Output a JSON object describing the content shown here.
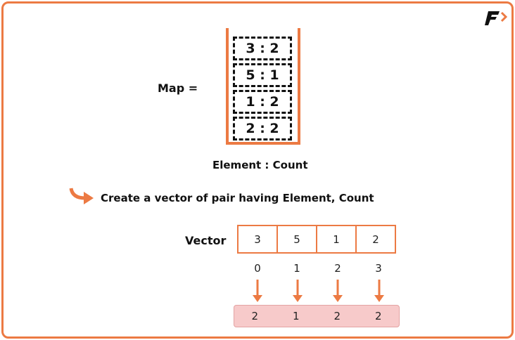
{
  "map_label": "Map =",
  "map_entries": [
    "3 : 2",
    "5 : 1",
    "1 : 2",
    "2 : 2"
  ],
  "map_caption": "Element : Count",
  "step_text": "Create a vector of pair having Element, Count",
  "vector_label": "Vector",
  "vector": [
    "3",
    "5",
    "1",
    "2"
  ],
  "indices": [
    "0",
    "1",
    "2",
    "3"
  ],
  "counts": [
    "2",
    "1",
    "2",
    "2"
  ],
  "colors": {
    "accent": "#EC7A43",
    "pink": "#F7CACA"
  }
}
